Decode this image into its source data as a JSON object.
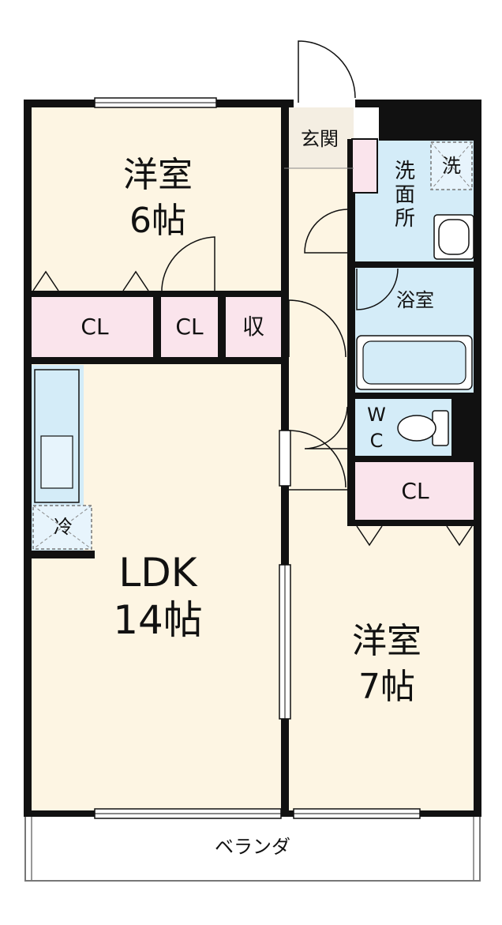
{
  "rooms": {
    "western_north": {
      "name": "洋室",
      "size": "6帖"
    },
    "western_south": {
      "name": "洋室",
      "size": "7帖"
    },
    "ldk": {
      "name": "LDK",
      "size": "14帖"
    },
    "entrance": "玄関",
    "washroom": "洗面所",
    "washer": "洗",
    "bath": "浴室",
    "wc_w": "W",
    "wc_c": "C",
    "closet_1": "CL",
    "closet_2": "CL",
    "closet_3": "CL",
    "storage": "収",
    "fridge": "冷",
    "balcony": "ベランダ"
  },
  "colors": {
    "room_floor": "#fdf5e3",
    "wet_area": "#d4ecf8",
    "closet": "#fae4ec",
    "wall": "#111111",
    "balcony": "#ffffff"
  }
}
